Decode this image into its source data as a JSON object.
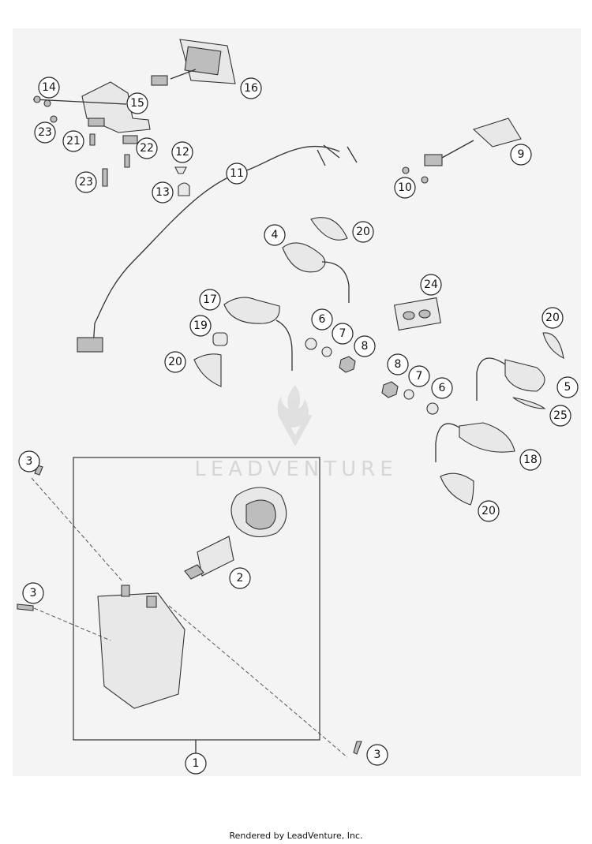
{
  "watermark": "LEADVENTURE",
  "footer": "Rendered by LeadVenture, Inc.",
  "callouts": [
    "14",
    "15",
    "16",
    "23",
    "21",
    "22",
    "12",
    "9",
    "23",
    "13",
    "11",
    "10",
    "4",
    "20",
    "24",
    "17",
    "6",
    "7",
    "8",
    "19",
    "20",
    "20",
    "8",
    "7",
    "6",
    "5",
    "25",
    "18",
    "3",
    "20",
    "2",
    "3",
    "1",
    "3"
  ]
}
